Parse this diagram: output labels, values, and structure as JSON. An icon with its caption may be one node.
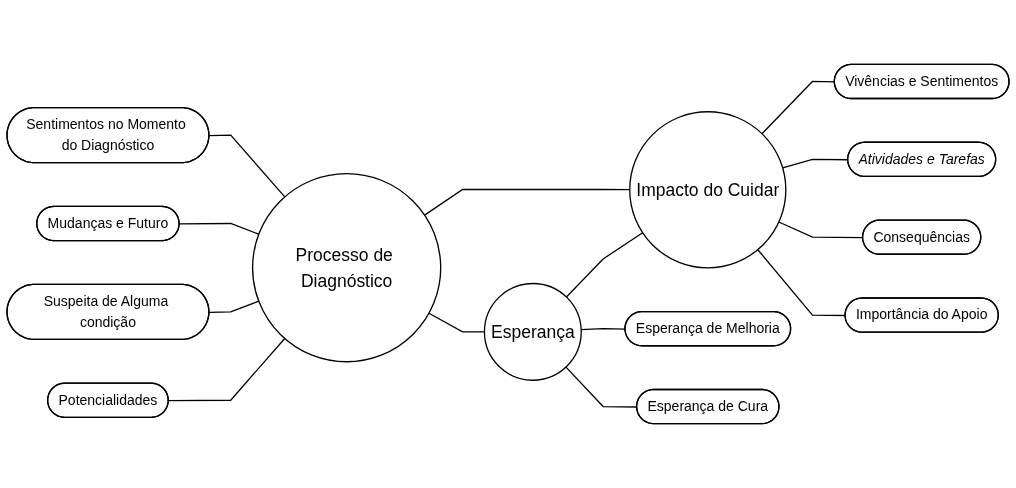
{
  "diagram": {
    "nodes": [
      {
        "text": [
          "Processo de Diagnóstico"
        ]
      },
      {
        "text": [
          "Sentimentos no Momento do Diagnóstico"
        ]
      },
      {
        "text": [
          "Mudanças e Futuro"
        ]
      },
      {
        "text": [
          "Suspeita de Alguma condição"
        ]
      },
      {
        "text": [
          "Potencialidades"
        ]
      },
      {
        "text": [
          "Impacto do Cuidar"
        ]
      },
      {
        "text": [
          "Vivências e Sentimentos"
        ]
      },
      {
        "text": [
          "Atividades e Tarefas"
        ]
      },
      {
        "text": [
          "Consequências"
        ]
      },
      {
        "text": [
          "Importância do Apoio"
        ]
      },
      {
        "text": [
          "Esperança"
        ]
      },
      {
        "text": [
          "Esperança de Melhoria"
        ]
      },
      {
        "text": [
          "Esperança de Cura"
        ]
      }
    ],
    "edges": [
      {
        "from": 1,
        "to": 0,
        "arrow": "none"
      },
      {
        "from": 2,
        "to": 0,
        "arrow": "none"
      },
      {
        "from": 3,
        "to": 0,
        "arrow": "none"
      },
      {
        "from": 4,
        "to": 0,
        "arrow": "none"
      },
      {
        "from": 0,
        "to": 5,
        "arrow": "none"
      },
      {
        "from": 0,
        "to": 10,
        "arrow": "none"
      },
      {
        "from": 5,
        "to": 6,
        "arrow": "none"
      },
      {
        "from": 5,
        "to": 7,
        "arrow": "none"
      },
      {
        "from": 5,
        "to": 8,
        "arrow": "none"
      },
      {
        "from": 5,
        "to": 9,
        "arrow": "none"
      },
      {
        "from": 10,
        "to": 5,
        "arrow": "none"
      },
      {
        "from": 10,
        "to": 11,
        "arrow": "none"
      },
      {
        "from": 10,
        "to": 12,
        "arrow": "none"
      }
    ]
  }
}
